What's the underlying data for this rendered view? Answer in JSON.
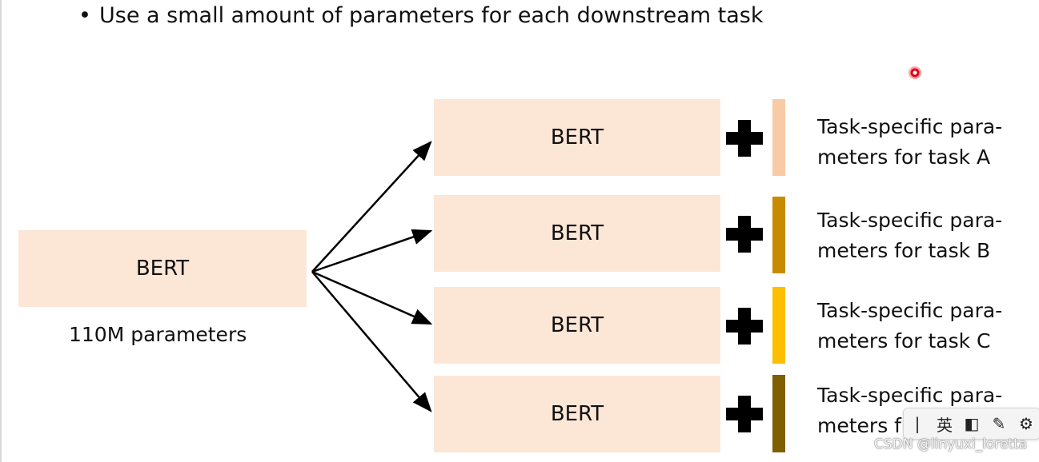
{
  "heading": {
    "bullet": "•",
    "text": "Use a small amount of parameters  for each downstream task"
  },
  "source_model": {
    "label": "BERT",
    "caption": "110M parameters"
  },
  "tasks": [
    {
      "model_label": "BERT",
      "line1": "Task-specific para-",
      "line2": "meters for task A",
      "color": "#f8cba6"
    },
    {
      "model_label": "BERT",
      "line1": "Task-specific para-",
      "line2": "meters for task B",
      "color": "#c88b00"
    },
    {
      "model_label": "BERT",
      "line1": "Task-specific para-",
      "line2": "meters for task C",
      "color": "#fcbf00"
    },
    {
      "model_label": "BERT",
      "line1": "Task-specific para-",
      "line2": "meters f",
      "color": "#7f5f00"
    }
  ],
  "toolbar": {
    "cursor": "|",
    "lang": "英",
    "half_width_icon": "◧",
    "pen_icon": "✎",
    "settings_icon": "⚙"
  },
  "watermark": "CSDN @linyuxi_loretta"
}
